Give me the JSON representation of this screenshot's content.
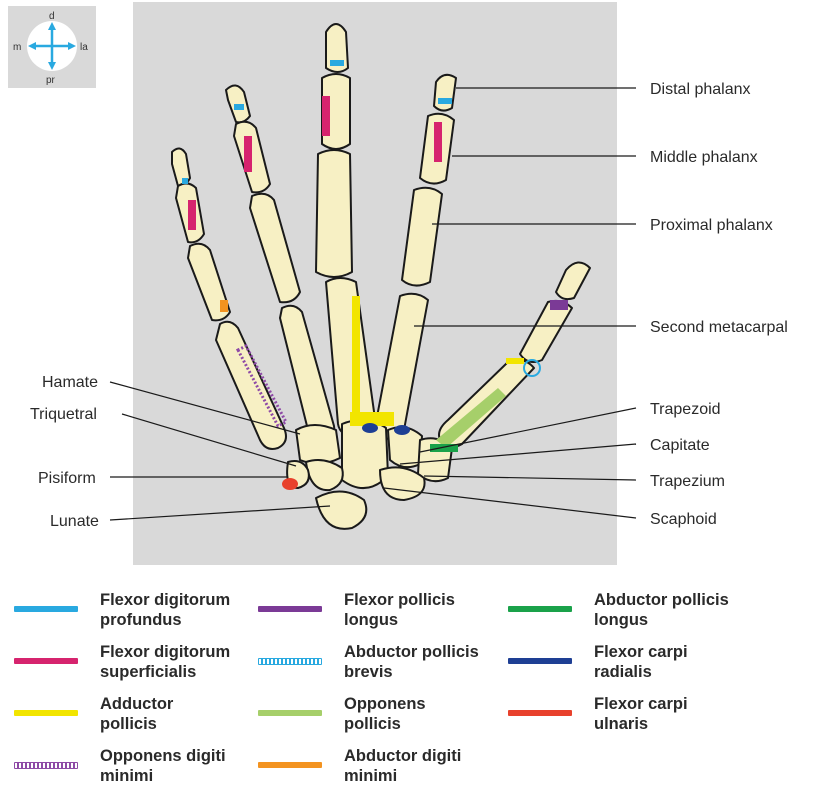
{
  "compass": {
    "top": "d",
    "bottom": "pr",
    "left": "m",
    "right": "la"
  },
  "labels": {
    "distal_phalanx": "Distal phalanx",
    "middle_phalanx": "Middle phalanx",
    "proximal_phalanx": "Proximal phalanx",
    "second_metacarpal": "Second metacarpal",
    "trapezoid": "Trapezoid",
    "capitate": "Capitate",
    "trapezium": "Trapezium",
    "scaphoid": "Scaphoid",
    "hamate": "Hamate",
    "triquetral": "Triquetral",
    "pisiform": "Pisiform",
    "lunate": "Lunate"
  },
  "legend": [
    {
      "text": "Flexor digitorum\nprofundus",
      "color": "#29a9e0",
      "pattern": "solid"
    },
    {
      "text": "Flexor pollicis\nlongus",
      "color": "#7b3a96",
      "pattern": "solid"
    },
    {
      "text": "Abductor pollicis\nlongus",
      "color": "#1aa24a",
      "pattern": "solid"
    },
    {
      "text": "Flexor digitorum\nsuperficialis",
      "color": "#d6246e",
      "pattern": "solid"
    },
    {
      "text": "Abductor pollicis\nbrevis",
      "color": "#29a9e0",
      "pattern": "hatched"
    },
    {
      "text": "Flexor carpi\nradialis",
      "color": "#1e3f94",
      "pattern": "solid"
    },
    {
      "text": "Adductor\npollicis",
      "color": "#f2e500",
      "pattern": "solid"
    },
    {
      "text": "Opponens\npollicis",
      "color": "#a6cf6a",
      "pattern": "solid"
    },
    {
      "text": "Flexor carpi\nulnaris",
      "color": "#e8412c",
      "pattern": "solid"
    },
    {
      "text": "Opponens digiti\nminimi",
      "color": "#8e4aa6",
      "pattern": "hatched"
    },
    {
      "text": "Abductor digiti\nminimi",
      "color": "#f39320",
      "pattern": "solid"
    }
  ],
  "colors": {
    "panel": "#d9d9d9",
    "bone": "#f7f0c4",
    "outline": "#1a1a1a",
    "compass_arrow": "#29a9e0"
  }
}
